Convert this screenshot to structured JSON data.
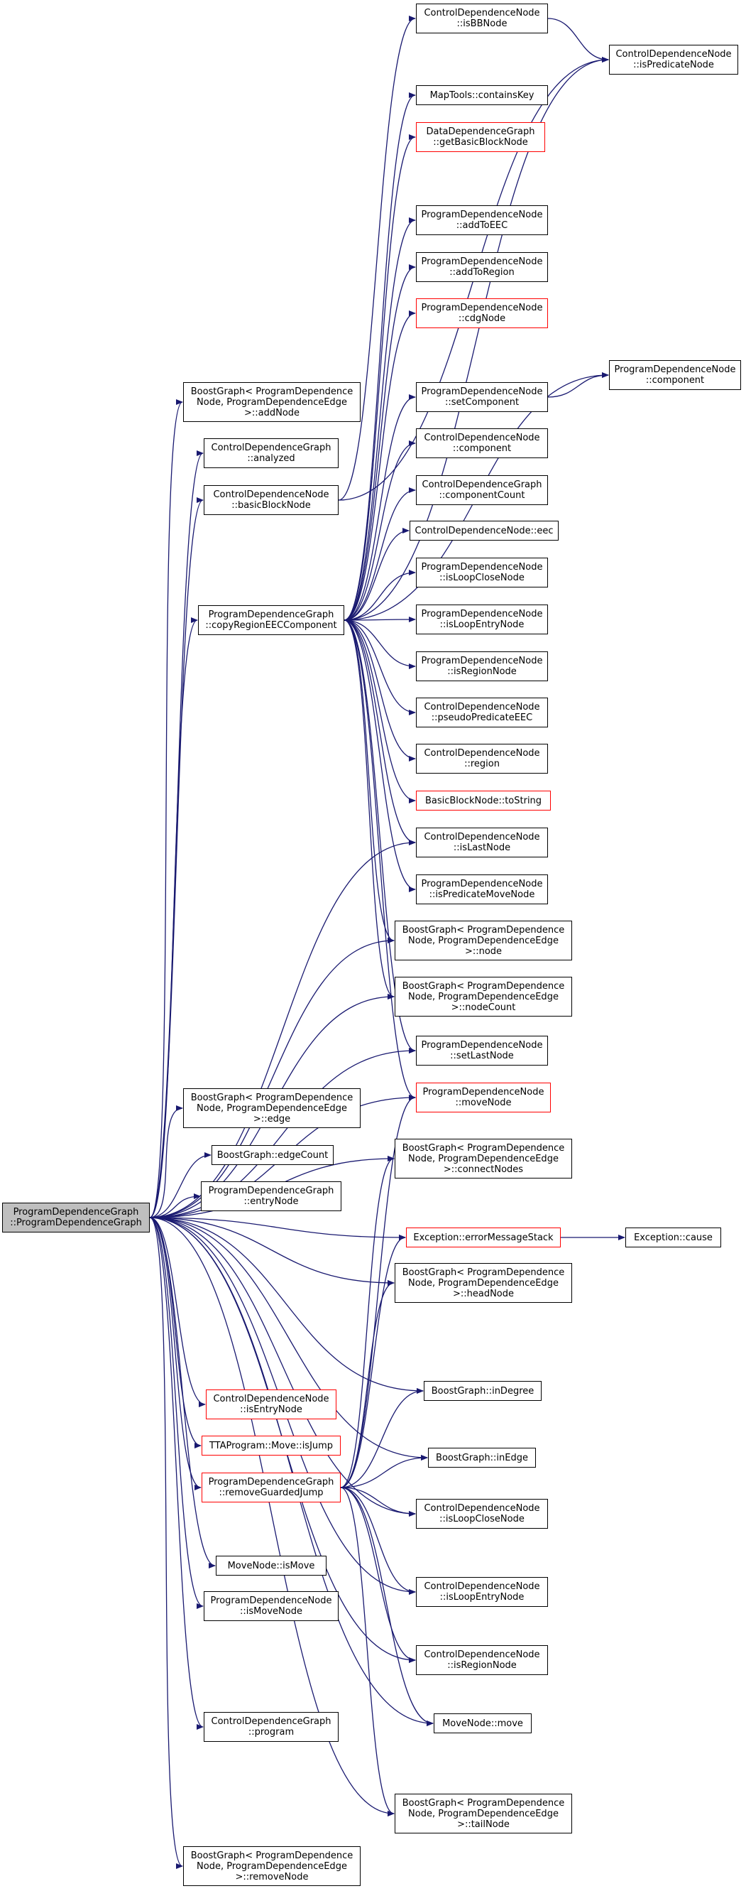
{
  "colors": {
    "edge": "#191970",
    "node_border": "#000000",
    "incomplete_border": "#ff0000",
    "root_fill": "#bfbfbf"
  },
  "nodes": {
    "cdn_isBBNode": {
      "lines": [
        "ControlDependenceNode",
        "::isBBNode"
      ]
    },
    "cdn_isPredicateNode": {
      "lines": [
        "ControlDependenceNode",
        "::isPredicateNode"
      ]
    },
    "maptools_containsKey": {
      "lines": [
        "MapTools::containsKey"
      ]
    },
    "ddg_getBasicBlockNode": {
      "lines": [
        "DataDependenceGraph",
        "::getBasicBlockNode"
      ],
      "incomplete": true
    },
    "pdn_addToEEC": {
      "lines": [
        "ProgramDependenceNode",
        "::addToEEC"
      ]
    },
    "pdn_addToRegion": {
      "lines": [
        "ProgramDependenceNode",
        "::addToRegion"
      ]
    },
    "pdn_cdgNode": {
      "lines": [
        "ProgramDependenceNode",
        "::cdgNode"
      ],
      "incomplete": true
    },
    "pdn_component": {
      "lines": [
        "ProgramDependenceNode",
        "::component"
      ]
    },
    "bg_addNode": {
      "lines": [
        "BoostGraph< ProgramDependence",
        "Node, ProgramDependenceEdge",
        ">::addNode"
      ]
    },
    "pdn_setComponent": {
      "lines": [
        "ProgramDependenceNode",
        "::setComponent"
      ]
    },
    "cdg_analyzed": {
      "lines": [
        "ControlDependenceGraph",
        "::analyzed"
      ]
    },
    "cdn_component": {
      "lines": [
        "ControlDependenceNode",
        "::component"
      ]
    },
    "cdn_basicBlockNode": {
      "lines": [
        "ControlDependenceNode",
        "::basicBlockNode"
      ]
    },
    "cdg_componentCount": {
      "lines": [
        "ControlDependenceGraph",
        "::componentCount"
      ]
    },
    "cdn_eec": {
      "lines": [
        "ControlDependenceNode::eec"
      ]
    },
    "pdn_isLoopCloseNode": {
      "lines": [
        "ProgramDependenceNode",
        "::isLoopCloseNode"
      ]
    },
    "pdg_copyRegionEECComponent": {
      "lines": [
        "ProgramDependenceGraph",
        "::copyRegionEECComponent"
      ]
    },
    "pdn_isLoopEntryNode": {
      "lines": [
        "ProgramDependenceNode",
        "::isLoopEntryNode"
      ]
    },
    "pdn_isRegionNode": {
      "lines": [
        "ProgramDependenceNode",
        "::isRegionNode"
      ]
    },
    "cdn_pseudoPredicateEEC": {
      "lines": [
        "ControlDependenceNode",
        "::pseudoPredicateEEC"
      ]
    },
    "cdn_region": {
      "lines": [
        "ControlDependenceNode",
        "::region"
      ]
    },
    "bbn_toString": {
      "lines": [
        "BasicBlockNode::toString"
      ],
      "incomplete": true
    },
    "cdn_isLastNode": {
      "lines": [
        "ControlDependenceNode",
        "::isLastNode"
      ]
    },
    "pdn_isPredicateMoveNode": {
      "lines": [
        "ProgramDependenceNode",
        "::isPredicateMoveNode"
      ]
    },
    "bg_node": {
      "lines": [
        "BoostGraph< ProgramDependence",
        "Node, ProgramDependenceEdge",
        ">::node"
      ]
    },
    "bg_nodeCount": {
      "lines": [
        "BoostGraph< ProgramDependence",
        "Node, ProgramDependenceEdge",
        ">::nodeCount"
      ]
    },
    "pdn_setLastNode": {
      "lines": [
        "ProgramDependenceNode",
        "::setLastNode"
      ]
    },
    "pdn_moveNode": {
      "lines": [
        "ProgramDependenceNode",
        "::moveNode"
      ],
      "incomplete": true
    },
    "bg_edge": {
      "lines": [
        "BoostGraph< ProgramDependence",
        "Node, ProgramDependenceEdge",
        ">::edge"
      ]
    },
    "bg_edgeCount": {
      "lines": [
        "BoostGraph::edgeCount"
      ]
    },
    "bg_connectNodes": {
      "lines": [
        "BoostGraph< ProgramDependence",
        "Node, ProgramDependenceEdge",
        ">::connectNodes"
      ]
    },
    "pdg_entryNode": {
      "lines": [
        "ProgramDependenceGraph",
        "::entryNode"
      ]
    },
    "pdg_root": {
      "lines": [
        "ProgramDependenceGraph",
        "::ProgramDependenceGraph"
      ],
      "root": true
    },
    "exception_errorMessageStack": {
      "lines": [
        "Exception::errorMessageStack"
      ],
      "incomplete": true
    },
    "exception_cause": {
      "lines": [
        "Exception::cause"
      ]
    },
    "bg_headNode": {
      "lines": [
        "BoostGraph< ProgramDependence",
        "Node, ProgramDependenceEdge",
        ">::headNode"
      ]
    },
    "bg_inDegree": {
      "lines": [
        "BoostGraph::inDegree"
      ]
    },
    "cdn_isEntryNode": {
      "lines": [
        "ControlDependenceNode",
        "::isEntryNode"
      ],
      "incomplete": true
    },
    "tta_isJump": {
      "lines": [
        "TTAProgram::Move::isJump"
      ],
      "incomplete": true
    },
    "bg_inEdge": {
      "lines": [
        "BoostGraph::inEdge"
      ]
    },
    "pdg_removeGuardedJump": {
      "lines": [
        "ProgramDependenceGraph",
        "::removeGuardedJump"
      ],
      "incomplete": true
    },
    "cdn_isLoopCloseNode": {
      "lines": [
        "ControlDependenceNode",
        "::isLoopCloseNode"
      ]
    },
    "movenode_isMove": {
      "lines": [
        "MoveNode::isMove"
      ]
    },
    "cdn_isLoopEntryNode": {
      "lines": [
        "ControlDependenceNode",
        "::isLoopEntryNode"
      ]
    },
    "pdn_isMoveNode": {
      "lines": [
        "ProgramDependenceNode",
        "::isMoveNode"
      ]
    },
    "cdn_isRegionNode": {
      "lines": [
        "ControlDependenceNode",
        "::isRegionNode"
      ]
    },
    "movenode_move": {
      "lines": [
        "MoveNode::move"
      ]
    },
    "cdg_program": {
      "lines": [
        "ControlDependenceGraph",
        "::program"
      ]
    },
    "bg_tailNode": {
      "lines": [
        "BoostGraph< ProgramDependence",
        "Node, ProgramDependenceEdge",
        ">::tailNode"
      ]
    },
    "bg_removeNode": {
      "lines": [
        "BoostGraph< ProgramDependence",
        "Node, ProgramDependenceEdge",
        ">::removeNode"
      ]
    }
  },
  "edges": [
    [
      "pdg_root",
      "bg_addNode"
    ],
    [
      "pdg_root",
      "cdg_analyzed"
    ],
    [
      "pdg_root",
      "cdn_basicBlockNode"
    ],
    [
      "pdg_root",
      "pdg_copyRegionEECComponent"
    ],
    [
      "pdg_root",
      "bg_edge"
    ],
    [
      "pdg_root",
      "bg_edgeCount"
    ],
    [
      "pdg_root",
      "pdg_entryNode"
    ],
    [
      "pdg_root",
      "exception_errorMessageStack"
    ],
    [
      "pdg_root",
      "bg_headNode"
    ],
    [
      "pdg_root",
      "bg_inDegree"
    ],
    [
      "pdg_root",
      "cdn_isEntryNode"
    ],
    [
      "pdg_root",
      "tta_isJump"
    ],
    [
      "pdg_root",
      "bg_inEdge"
    ],
    [
      "pdg_root",
      "pdg_removeGuardedJump"
    ],
    [
      "pdg_root",
      "cdn_isLoopCloseNode"
    ],
    [
      "pdg_root",
      "movenode_isMove"
    ],
    [
      "pdg_root",
      "cdn_isLoopEntryNode"
    ],
    [
      "pdg_root",
      "pdn_isMoveNode"
    ],
    [
      "pdg_root",
      "cdn_isRegionNode"
    ],
    [
      "pdg_root",
      "movenode_move"
    ],
    [
      "pdg_root",
      "cdg_program"
    ],
    [
      "pdg_root",
      "bg_tailNode"
    ],
    [
      "pdg_root",
      "bg_removeNode"
    ],
    [
      "pdg_root",
      "cdn_isLastNode"
    ],
    [
      "pdg_root",
      "bg_node"
    ],
    [
      "pdg_root",
      "bg_nodeCount"
    ],
    [
      "pdg_root",
      "pdn_setLastNode"
    ],
    [
      "pdg_root",
      "pdn_moveNode"
    ],
    [
      "pdg_root",
      "bg_connectNodes"
    ],
    [
      "cdn_basicBlockNode",
      "cdn_isBBNode"
    ],
    [
      "cdn_basicBlockNode",
      "cdn_isPredicateNode"
    ],
    [
      "cdn_isBBNode",
      "cdn_isPredicateNode"
    ],
    [
      "pdg_copyRegionEECComponent",
      "maptools_containsKey"
    ],
    [
      "pdg_copyRegionEECComponent",
      "ddg_getBasicBlockNode"
    ],
    [
      "pdg_copyRegionEECComponent",
      "cdn_isPredicateNode"
    ],
    [
      "pdg_copyRegionEECComponent",
      "pdn_addToEEC"
    ],
    [
      "pdg_copyRegionEECComponent",
      "pdn_addToRegion"
    ],
    [
      "pdg_copyRegionEECComponent",
      "pdn_cdgNode"
    ],
    [
      "pdg_copyRegionEECComponent",
      "pdn_component"
    ],
    [
      "pdg_copyRegionEECComponent",
      "pdn_setComponent"
    ],
    [
      "pdg_copyRegionEECComponent",
      "cdn_component"
    ],
    [
      "pdg_copyRegionEECComponent",
      "cdg_componentCount"
    ],
    [
      "pdg_copyRegionEECComponent",
      "cdn_eec"
    ],
    [
      "pdg_copyRegionEECComponent",
      "pdn_isLoopCloseNode"
    ],
    [
      "pdg_copyRegionEECComponent",
      "pdn_isLoopEntryNode"
    ],
    [
      "pdg_copyRegionEECComponent",
      "pdn_isRegionNode"
    ],
    [
      "pdg_copyRegionEECComponent",
      "cdn_pseudoPredicateEEC"
    ],
    [
      "pdg_copyRegionEECComponent",
      "cdn_region"
    ],
    [
      "pdg_copyRegionEECComponent",
      "bbn_toString"
    ],
    [
      "pdg_copyRegionEECComponent",
      "cdn_isLastNode"
    ],
    [
      "pdg_copyRegionEECComponent",
      "pdn_isPredicateMoveNode"
    ],
    [
      "pdg_copyRegionEECComponent",
      "bg_node"
    ],
    [
      "pdg_copyRegionEECComponent",
      "bg_nodeCount"
    ],
    [
      "pdg_copyRegionEECComponent",
      "pdn_setLastNode"
    ],
    [
      "pdg_copyRegionEECComponent",
      "pdn_moveNode"
    ],
    [
      "pdn_setComponent",
      "pdn_component"
    ],
    [
      "exception_errorMessageStack",
      "exception_cause"
    ],
    [
      "pdg_removeGuardedJump",
      "pdn_moveNode"
    ],
    [
      "pdg_removeGuardedJump",
      "bg_connectNodes"
    ],
    [
      "pdg_removeGuardedJump",
      "exception_errorMessageStack"
    ],
    [
      "pdg_removeGuardedJump",
      "bg_headNode"
    ],
    [
      "pdg_removeGuardedJump",
      "bg_inDegree"
    ],
    [
      "pdg_removeGuardedJump",
      "bg_inEdge"
    ],
    [
      "pdg_removeGuardedJump",
      "cdn_isLoopCloseNode"
    ],
    [
      "pdg_removeGuardedJump",
      "cdn_isLoopEntryNode"
    ],
    [
      "pdg_removeGuardedJump",
      "cdn_isRegionNode"
    ],
    [
      "pdg_removeGuardedJump",
      "movenode_move"
    ],
    [
      "pdg_removeGuardedJump",
      "bg_tailNode"
    ]
  ]
}
